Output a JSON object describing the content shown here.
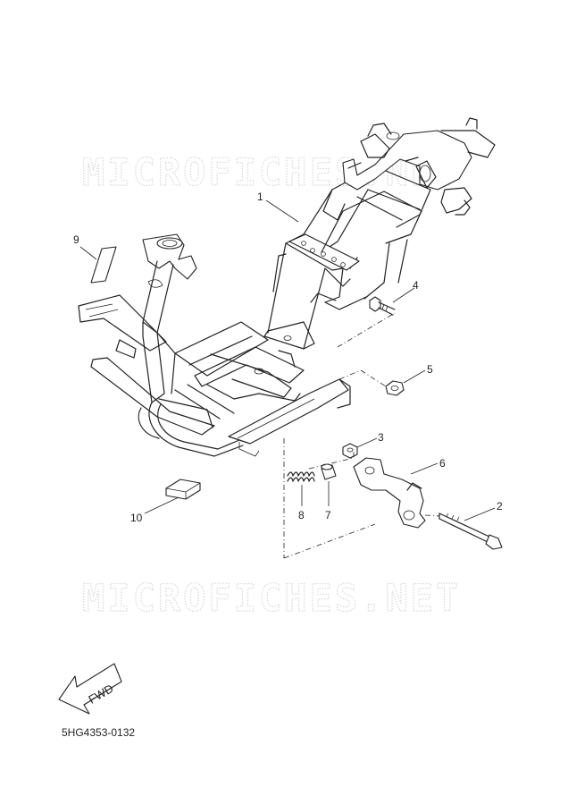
{
  "watermark": {
    "text_top": "MICROFICHES.NET",
    "text_bottom": "MICROFICHES.NET"
  },
  "callouts": [
    "1",
    "2",
    "3",
    "4",
    "5",
    "6",
    "7",
    "8",
    "9",
    "10"
  ],
  "fwd_label": "FWD",
  "diagram_code": "5HG4353-0132",
  "colors": {
    "line": "#222222",
    "watermark": "#d9d9d9",
    "background": "#ffffff"
  }
}
